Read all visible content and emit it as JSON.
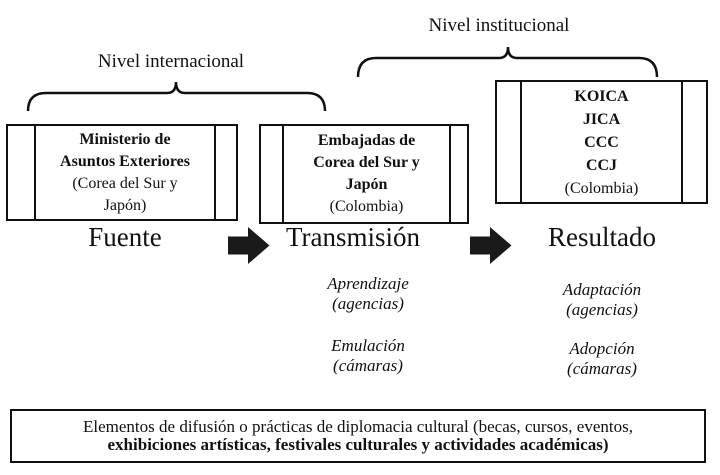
{
  "levels": {
    "international": "Nivel internacional",
    "institutional": "Nivel institucional"
  },
  "nodes": {
    "source": {
      "lines": [
        "Ministerio de",
        "Asuntos Exteriores",
        "(Corea del Sur y",
        "Japón)"
      ]
    },
    "transmission": {
      "lines": [
        "Embajadas de",
        "Corea del Sur y",
        "Japón",
        "(Colombia)"
      ]
    },
    "result": {
      "lines": [
        "KOICA",
        "JICA",
        "CCC",
        "CCJ",
        "(Colombia)"
      ]
    }
  },
  "stages": {
    "source": "Fuente",
    "transmission": "Transmisión",
    "result": "Resultado"
  },
  "processes": {
    "transmission": [
      {
        "term": "Aprendizaje",
        "scope": "(agencias)"
      },
      {
        "term": "Emulación",
        "scope": "(cámaras)"
      }
    ],
    "result": [
      {
        "term": "Adaptación",
        "scope": "(agencias)"
      },
      {
        "term": "Adopción",
        "scope": "(cámaras)"
      }
    ]
  },
  "footer": {
    "line1": "Elementos de difusión o prácticas de diplomacia cultural  (becas, cursos, eventos,",
    "line2": "exhibiciones artísticas, festivales culturales y actividades académicas)"
  },
  "colors": {
    "ink": "#111111",
    "background": "#ffffff"
  }
}
